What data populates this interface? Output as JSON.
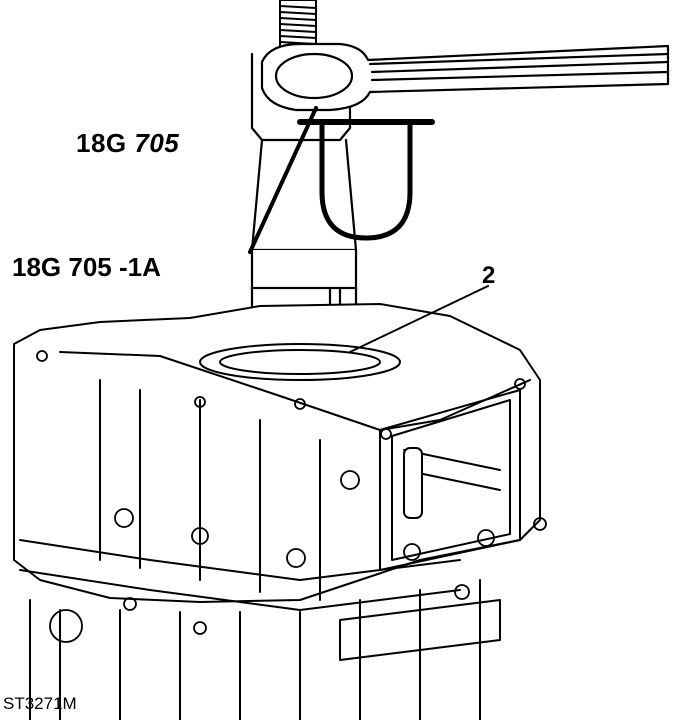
{
  "labels": {
    "tool_prefix": "18G",
    "tool_number": "705",
    "adaptor": "18G 705 -1A",
    "callout": "2",
    "figure_ref": "ST3271M"
  },
  "colors": {
    "line": "#000000",
    "background": "#ffffff"
  }
}
